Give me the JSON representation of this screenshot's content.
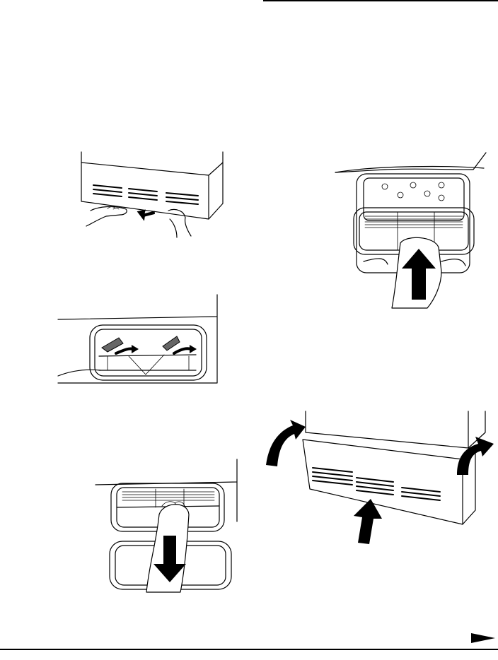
{
  "page": {
    "illustrations": [
      {
        "id": "fig-1",
        "depicts": "hands-pulling-base-grille"
      },
      {
        "id": "fig-2",
        "depicts": "turning-drain-pan-clips"
      },
      {
        "id": "fig-3",
        "depicts": "pulling-out-drain-pan"
      },
      {
        "id": "fig-4",
        "depicts": "pushing-drain-pan-in"
      },
      {
        "id": "fig-5",
        "depicts": "refitting-base-grille"
      }
    ],
    "next_page_icon": "right-arrow-icon",
    "colors": {
      "ink": "#000000",
      "paper": "#ffffff",
      "clip": "#666666"
    }
  }
}
